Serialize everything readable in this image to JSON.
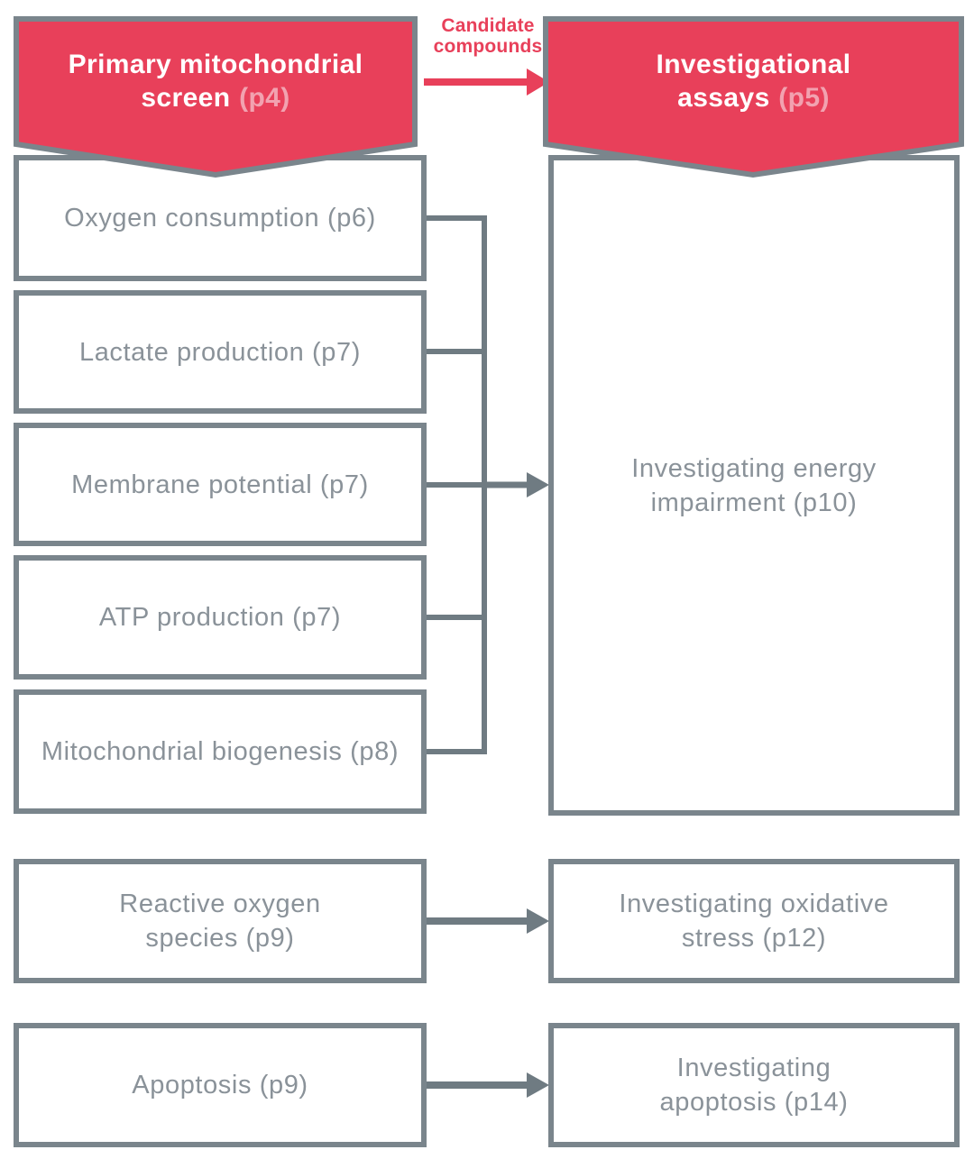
{
  "palette": {
    "banner_red": "#e8405a",
    "page_ref_pink": "#f2a2b0",
    "box_border_gray": "#7a858c",
    "text_gray": "#8a9299",
    "connector_gray": "#6f7b82"
  },
  "banners": {
    "primary": {
      "line1": "Primary mitochondrial",
      "line2": "screen",
      "page_ref": "(p4)"
    },
    "investigational": {
      "line1": "Investigational",
      "line2": "assays",
      "page_ref": "(p5)"
    }
  },
  "candidate_label": {
    "line1": "Candidate",
    "line2": "compounds"
  },
  "screen_boxes": [
    {
      "lines": [
        "Oxygen consumption (p6)"
      ]
    },
    {
      "lines": [
        "Lactate production (p7)"
      ]
    },
    {
      "lines": [
        "Membrane potential (p7)"
      ]
    },
    {
      "lines": [
        "ATP production (p7)"
      ]
    },
    {
      "lines": [
        "Mitochondrial biogenesis (p8)"
      ]
    },
    {
      "lines": [
        "Reactive oxygen",
        "species (p9)"
      ]
    },
    {
      "lines": [
        "Apoptosis (p9)"
      ]
    }
  ],
  "assay_boxes": [
    {
      "lines": [
        "Investigating energy",
        "impairment (p10)"
      ]
    },
    {
      "lines": [
        "Investigating oxidative",
        "stress (p12)"
      ]
    },
    {
      "lines": [
        "Investigating",
        "apoptosis (p14)"
      ]
    }
  ]
}
